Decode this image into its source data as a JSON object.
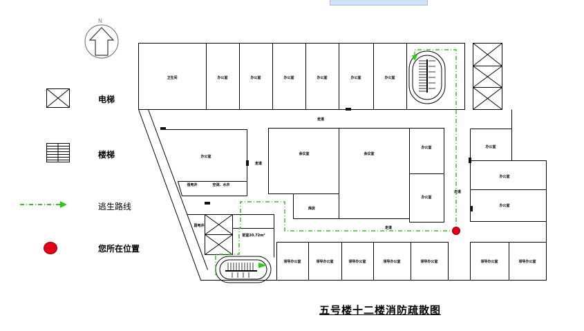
{
  "compass": {
    "label": "N"
  },
  "legend": {
    "elevator": "电梯",
    "stairs": "楼梯",
    "escape_route": "逃生路线",
    "you_are_here": "您所在位置"
  },
  "rooms": {
    "toilet": "卫生间",
    "office": "办公室",
    "corridor": "走道",
    "meeting_room": "会议室",
    "storage": "库房",
    "leader_office": "领导办公室",
    "electric_well": "强电井",
    "ac_water_well": "空调、水井",
    "hall": "前室20.72m²",
    "elec": "弱电井"
  },
  "colors": {
    "route": "#2ec81a",
    "marker": "#e0001a",
    "walls": "#000000"
  },
  "caption": "五号楼十二楼消防疏散图"
}
